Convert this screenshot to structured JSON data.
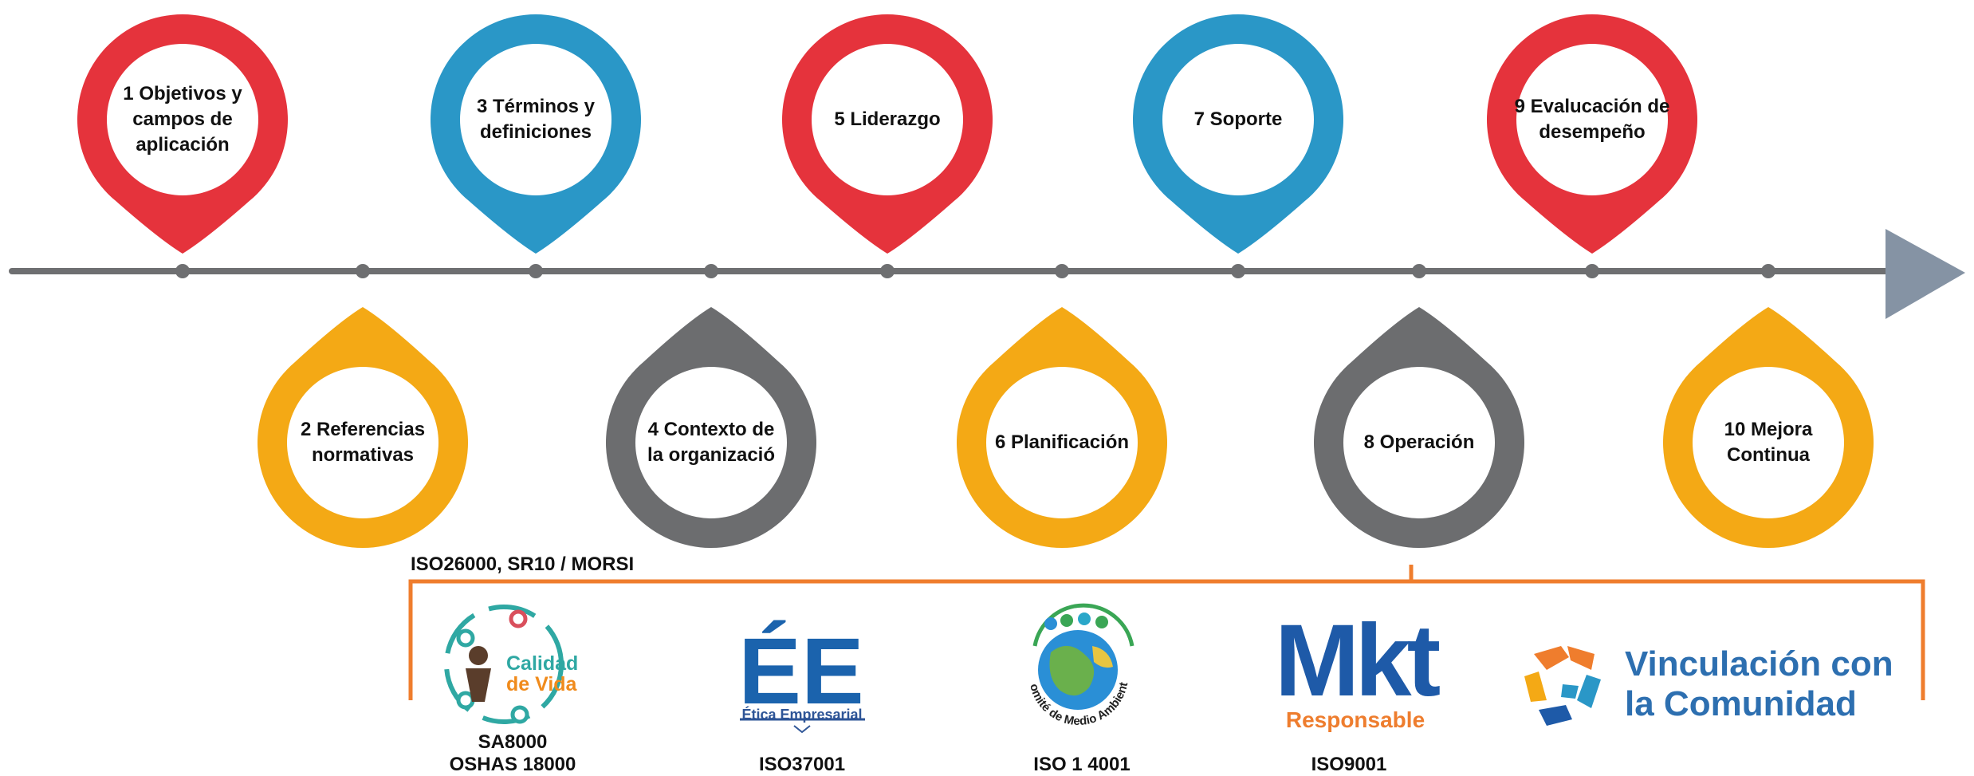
{
  "steps": [
    {
      "label": "1 Objetivos y\ncampos de\naplicación",
      "color": "#e5333c"
    },
    {
      "label": "2 Referencias\nnormativas",
      "color": "#f4a915"
    },
    {
      "label": "3 Términos y\ndefiniciones",
      "color": "#2a97c7"
    },
    {
      "label": "4 Contexto de\nla organizació",
      "color": "#6c6d6f"
    },
    {
      "label": "5 Liderazgo",
      "color": "#e5333c"
    },
    {
      "label": "6 Planificación",
      "color": "#f4a915"
    },
    {
      "label": "7 Soporte",
      "color": "#2a97c7"
    },
    {
      "label": "8 Operación",
      "color": "#6c6d6f"
    },
    {
      "label": "9 Evalucación de\ndesempeño",
      "color": "#e5333c"
    },
    {
      "label": "10 Mejora\nContinua",
      "color": "#f4a915"
    }
  ],
  "timeline": {
    "line_color": "#6e6f71",
    "arrow_color": "#8593a4"
  },
  "bracket": {
    "title": "ISO26000, SR10 / MORSI",
    "color": "#ef7d2d"
  },
  "logos": [
    {
      "name": "calidad-de-vida",
      "text_line1": "Calidad",
      "text_line2": "de Vida",
      "caption": "SA8000\nOSHAS 18000"
    },
    {
      "name": "etica-empresarial",
      "text_main": "ÉE",
      "text_sub": "Ética Empresarial",
      "caption": "ISO37001"
    },
    {
      "name": "comite-medio-ambiente",
      "text_arc": "Comité de Medio Ambiente",
      "caption": "ISO 1 4001"
    },
    {
      "name": "mkt-responsable",
      "text_main": "Mkt",
      "text_sub": "Responsable",
      "caption": "ISO9001"
    },
    {
      "name": "vinculacion-comunidad",
      "text_line1": "Vinculación con",
      "text_line2": "la Comunidad",
      "caption": ""
    }
  ]
}
